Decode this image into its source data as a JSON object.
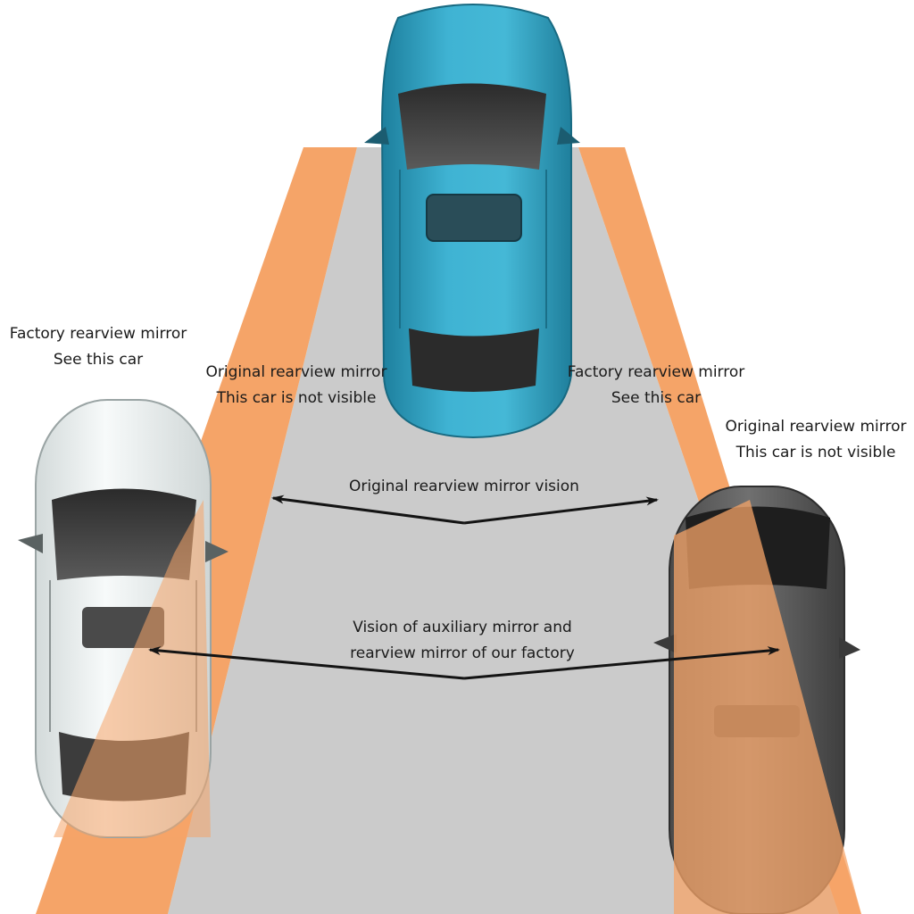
{
  "labels": {
    "left_factory": {
      "line1": "Factory rearview mirror",
      "line2": "See this car"
    },
    "left_original": {
      "line1": "Original rearview mirror",
      "line2": "This car is not visible"
    },
    "right_factory": {
      "line1": "Factory rearview mirror",
      "line2": "See this car"
    },
    "right_original": {
      "line1": "Original rearview mirror",
      "line2": "This car is not visible"
    },
    "original_vision": "Original rearview mirror vision",
    "auxiliary_vision": {
      "line1": "Vision of auxiliary mirror and",
      "line2": "rearview mirror of our factory"
    }
  },
  "colors": {
    "road": "#cbcbcb",
    "orange_zone": "#f5a468",
    "own_car": "#2f9fbf",
    "left_car": "#eef2f2",
    "right_car": "#5c5c5c",
    "arrow": "#141414"
  },
  "icons": {
    "own_car": "car-top-view-icon",
    "left_car": "car-top-view-icon",
    "right_car": "car-top-view-icon"
  }
}
